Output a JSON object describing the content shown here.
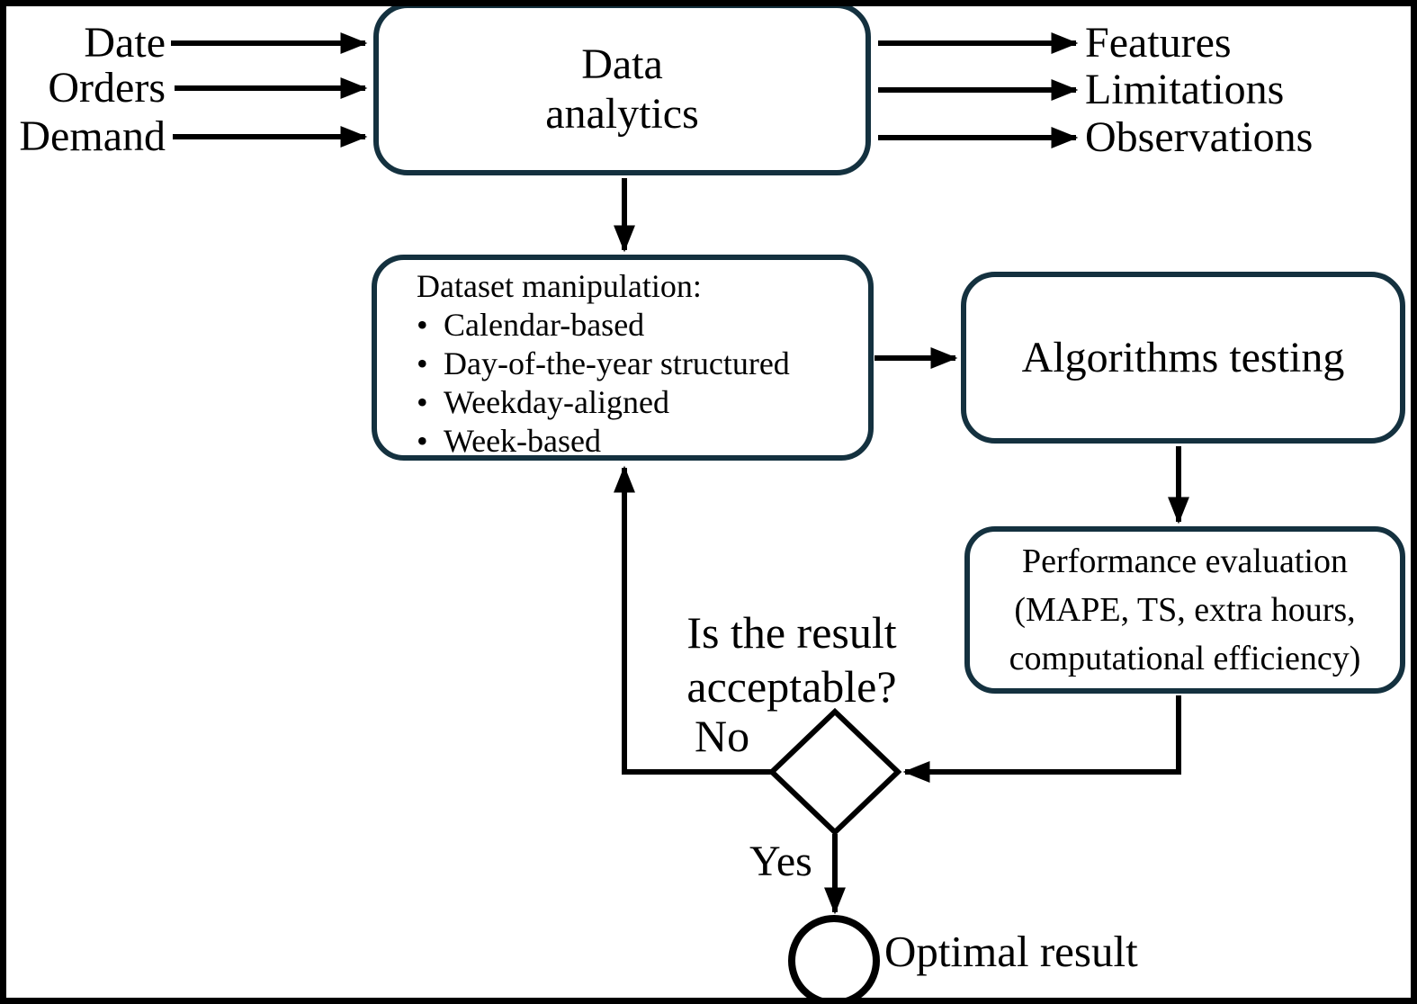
{
  "diagram": {
    "inputs": [
      "Date",
      "Orders",
      "Demand"
    ],
    "outputs": [
      "Features",
      "Limitations",
      "Observations"
    ],
    "data_analytics_label": "Data\nanalytics",
    "dataset_box": {
      "title": "Dataset manipulation:",
      "bullet": "•",
      "items": [
        "Calendar-based",
        "Day-of-the-year structured",
        "Weekday-aligned",
        "Week-based"
      ]
    },
    "algorithms_label": "Algorithms testing",
    "performance_label": "Performance evaluation\n(MAPE, TS, extra hours,\ncomputational efficiency)",
    "decision": {
      "question": "Is the result\nacceptable?",
      "no_label": "No",
      "yes_label": "Yes"
    },
    "optimal_label": "Optimal result",
    "colors": {
      "box_border": "#14313f",
      "connector": "#000000",
      "text": "#000000",
      "background": "#ffffff"
    }
  }
}
